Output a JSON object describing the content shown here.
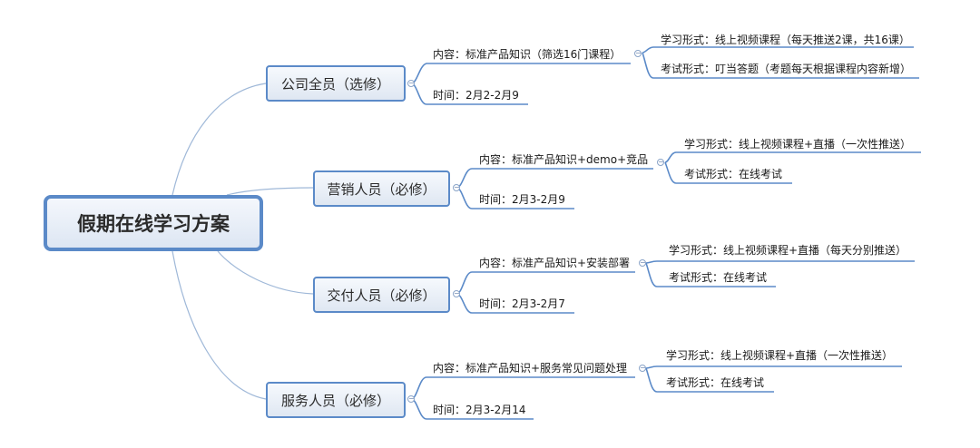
{
  "root": {
    "label": "假期在线学习方案"
  },
  "branches": [
    {
      "label": "公司全员（选修）",
      "content": "内容：标准产品知识（筛选16门课程）",
      "time": "时间：2月2-2月9",
      "study": "学习形式：线上视频课程（每天推送2课，共16课）",
      "exam": "考试形式：叮当答题（考题每天根据课程内容新增）"
    },
    {
      "label": "营销人员（必修）",
      "content": "内容：标准产品知识+demo+竞品",
      "time": "时间：2月3-2月9",
      "study": "学习形式：线上视频课程+直播（一次性推送）",
      "exam": "考试形式：在线考试"
    },
    {
      "label": "交付人员（必修）",
      "content": "内容：标准产品知识+安装部署",
      "time": "时间：2月3-2月7",
      "study": "学习形式：线上视频课程+直播（每天分别推送）",
      "exam": "考试形式：在线考试"
    },
    {
      "label": "服务人员（必修）",
      "content": "内容：标准产品知识+服务常见问题处理",
      "time": "时间：2月3-2月14",
      "study": "学习形式：线上视频课程+直播（一次性推送）",
      "exam": "考试形式：在线考试"
    }
  ]
}
